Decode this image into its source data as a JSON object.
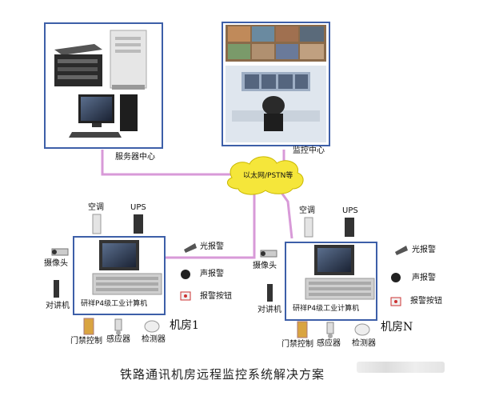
{
  "labels": {
    "server_center": "服务器中心",
    "monitor_center": "监控中心",
    "network": "以太网/PSTN等",
    "aircon": "空调",
    "ups": "UPS",
    "light_alarm": "光报警",
    "sound_alarm": "声报警",
    "alarm_button": "报警按钮",
    "camera": "摄像头",
    "intercom": "对讲机",
    "access_control": "门禁控制",
    "sensor": "感应器",
    "detector": "检测器",
    "ipc": "研祥P4级工业计算机",
    "room1": "机房1",
    "roomN": "机房N"
  },
  "caption": "铁路通讯机房远程监控系统解决方案",
  "colors": {
    "link": "#d89ad8",
    "box_border": "#3d5fa8",
    "cloud": "#f5e63a",
    "cloud_border": "#c9b800"
  }
}
